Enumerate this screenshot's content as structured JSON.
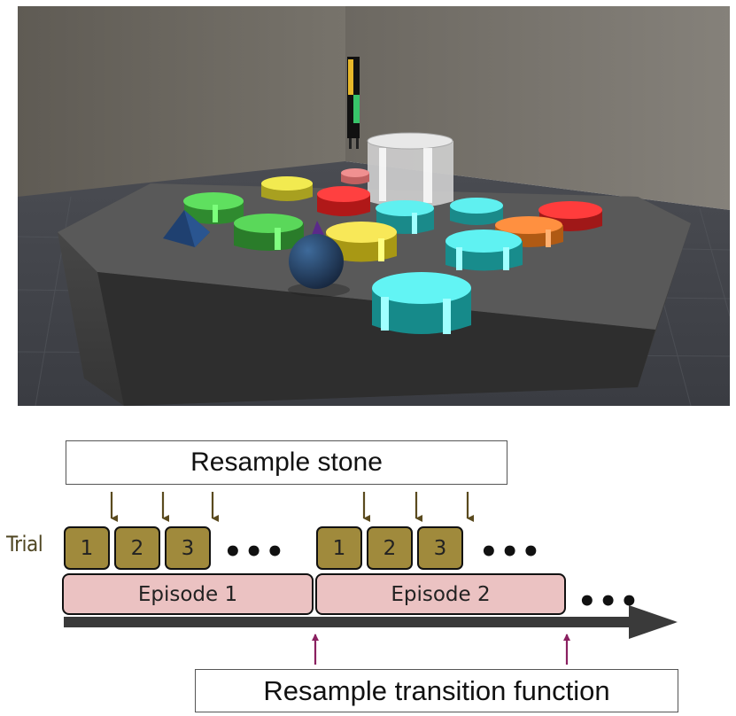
{
  "top_label": "Resample stone",
  "bottom_label": "Resample transition function",
  "trial_label": "Trial",
  "episodes": [
    {
      "label": "Episode 1",
      "trials": [
        "1",
        "2",
        "3"
      ]
    },
    {
      "label": "Episode 2",
      "trials": [
        "1",
        "2",
        "3"
      ]
    }
  ],
  "ellipsis": "•••",
  "colors": {
    "trial_fill": "#a08a3c",
    "episode_fill": "#ebc2c2",
    "stone_arrow": "#5a4a1e",
    "transition_arrow": "#8a2060",
    "timeline": "#3a3a3a"
  }
}
